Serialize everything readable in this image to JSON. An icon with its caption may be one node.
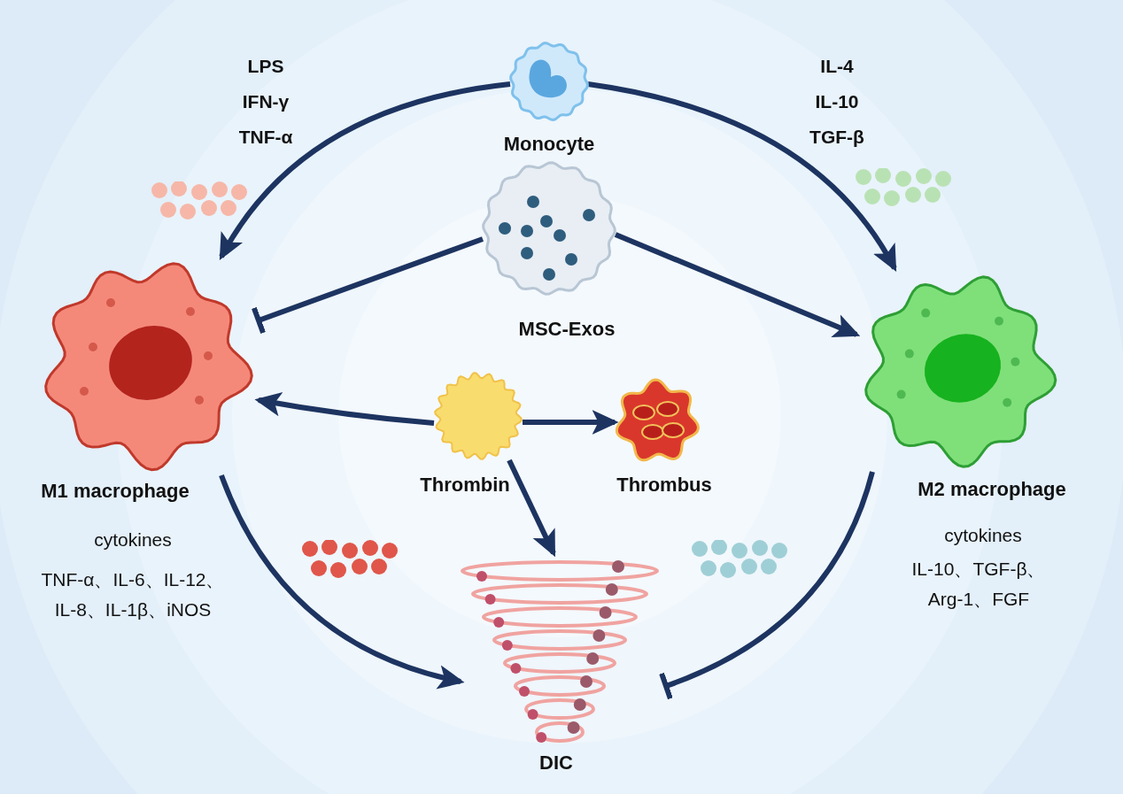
{
  "diagram": {
    "nodes": [
      {
        "text": [
          "Monocyte"
        ]
      },
      {
        "text": [
          "MSC-Exos"
        ]
      },
      {
        "text": [
          "M1 macrophage"
        ],
        "beside": [
          "cytokines",
          "TNF-α、IL-6、IL-12、 IL-8、IL-1β、iNOS"
        ]
      },
      {
        "text": [
          "M2 macrophage"
        ],
        "beside": [
          "cytokines",
          "IL-10、TGF-β、 Arg-1、FGF"
        ]
      },
      {
        "text": [
          "Thrombin"
        ]
      },
      {
        "text": [
          "Thrombus"
        ]
      },
      {
        "text": [
          "DIC"
        ]
      }
    ],
    "edges": [
      {
        "from": 0,
        "to": 2,
        "arrow": "to",
        "label": "LPS IFN-γ TNF-α"
      },
      {
        "from": 0,
        "to": 3,
        "arrow": "to",
        "label": "IL-4 IL-10 TGF-β"
      },
      {
        "from": 1,
        "to": 2,
        "arrow": "other"
      },
      {
        "from": 1,
        "to": 3,
        "arrow": "to"
      },
      {
        "from": 4,
        "to": 2,
        "arrow": "to"
      },
      {
        "from": 4,
        "to": 5,
        "arrow": "to"
      },
      {
        "from": 4,
        "to": 6,
        "arrow": "to"
      },
      {
        "from": 2,
        "to": 6,
        "arrow": "to"
      },
      {
        "from": 3,
        "to": 6,
        "arrow": "other"
      }
    ]
  }
}
